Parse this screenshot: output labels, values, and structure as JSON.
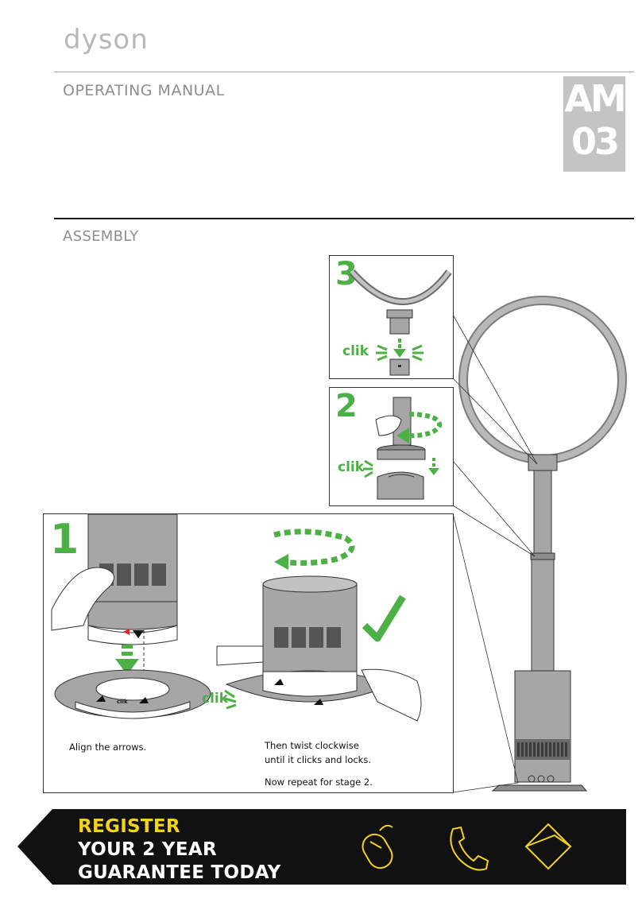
{
  "brand": "dyson",
  "manual_title": "OPERATING MANUAL",
  "model": {
    "line1": "AM",
    "line2": "03"
  },
  "section_title": "ASSEMBLY",
  "steps": {
    "step3": {
      "number": "3",
      "clik": "clik"
    },
    "step2": {
      "number": "2",
      "clik": "clik"
    },
    "step1": {
      "number": "1",
      "clik": "clik",
      "mark_clik": "clik",
      "caption_left": "Align the arrows.",
      "caption_right_line1": "Then twist clockwise",
      "caption_right_line2": "until it clicks and locks.",
      "caption_right_line3": "Now repeat for stage 2."
    }
  },
  "banner": {
    "line1": "REGISTER",
    "line2": "YOUR 2 YEAR",
    "line3": "GUARANTEE TODAY",
    "icons": [
      "mouse-icon",
      "phone-icon",
      "envelope-icon"
    ]
  },
  "colors": {
    "green": "#4db046",
    "yellow": "#f3d21b",
    "grey": "#a9a9a9",
    "banner_bg": "#111111"
  }
}
